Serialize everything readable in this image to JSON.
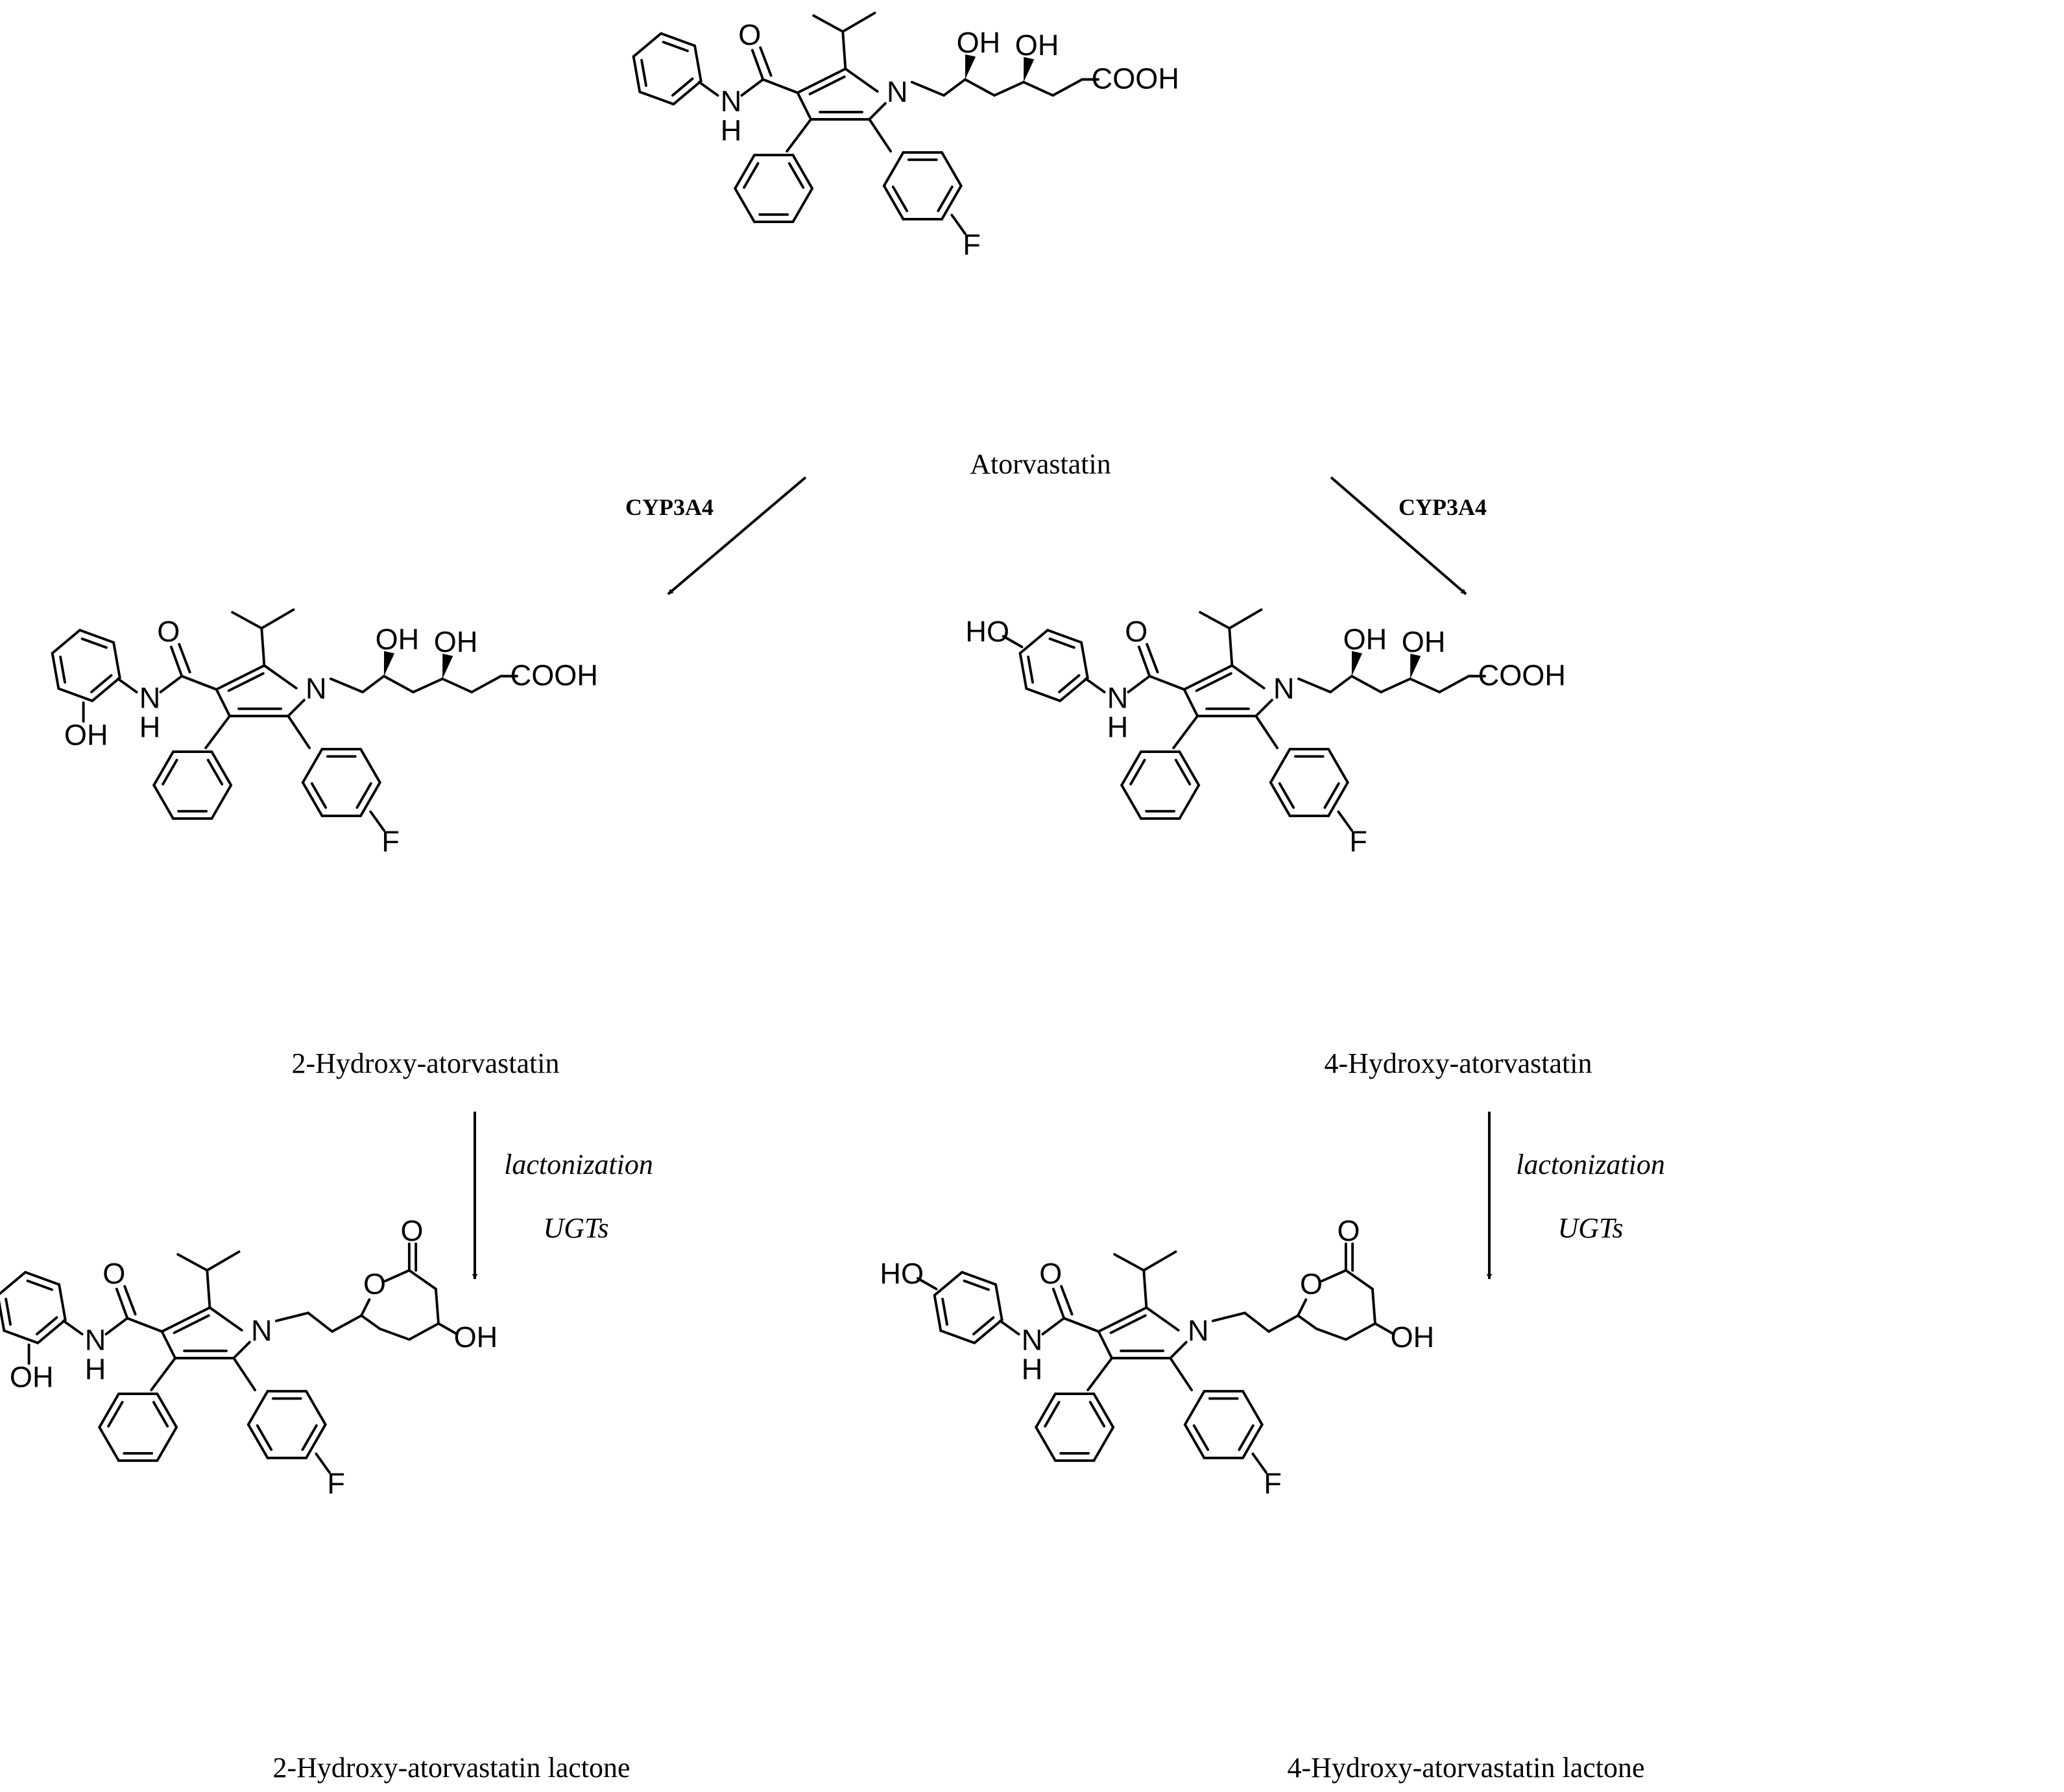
{
  "compounds": {
    "atorvastatin": "Atorvastatin",
    "hydroxy2": "2-Hydroxy-atorvastatin",
    "hydroxy4": "4-Hydroxy-atorvastatin",
    "lactone2": "2-Hydroxy-atorvastatin lactone",
    "lactone4": "4-Hydroxy-atorvastatin lactone"
  },
  "reactions": {
    "left_enzyme": "CYP3A4",
    "right_enzyme": "CYP3A4",
    "left_condition_1": "lactonization",
    "left_condition_2": "UGTs",
    "right_condition_1": "lactonization",
    "right_condition_2": "UGTs"
  },
  "atom_labels": {
    "N": "N",
    "NH_N": "N",
    "NH_H": "H",
    "O": "O",
    "OH": "OH",
    "HO": "HO",
    "COOH": "COOH",
    "F": "F"
  }
}
